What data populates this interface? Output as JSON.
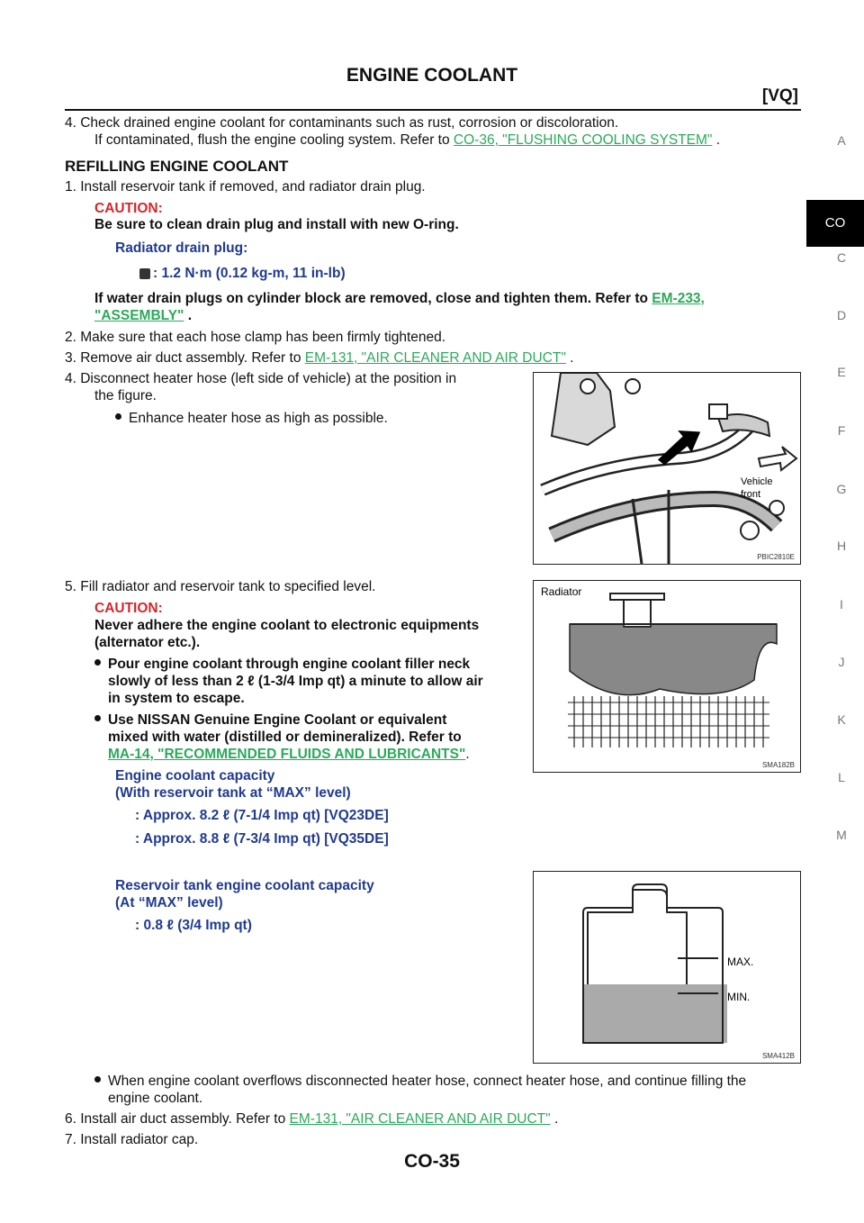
{
  "header": {
    "title": "ENGINE COOLANT",
    "section": "[VQ]"
  },
  "tabs": [
    "A",
    "CO",
    "C",
    "D",
    "E",
    "F",
    "G",
    "H",
    "I",
    "J",
    "K",
    "L",
    "M"
  ],
  "body": {
    "s4_a": "4. Check drained engine coolant for contaminants such as rust, corrosion or discoloration.",
    "s4_b": "If contaminated, flush the engine cooling system. Refer to",
    "s4_link": "CO-36, \"FLUSHING COOLING SYSTEM\"",
    "s4_end": ".",
    "heading": "REFILLING ENGINE COOLANT",
    "r1": "1. Install reservoir tank if removed, and radiator drain plug.",
    "caution1": "CAUTION:",
    "caution1_text": "Be sure to clean drain plug and install with new O-ring.",
    "plug_label": "Radiator drain plug:",
    "plug_torque": ": 1.2 N·m (0.12 kg-m, 11 in-lb)",
    "block_a": "If water drain plugs on cylinder block are removed, close and tighten them. Refer to",
    "block_link1": "EM-233,",
    "block_link2": "\"ASSEMBLY\"",
    "block_end": ".",
    "r2": "2. Make sure that each hose clamp has been firmly tightened.",
    "r3": "3. Remove air duct assembly. Refer to",
    "r3_link": "EM-131, \"AIR CLEANER AND AIR DUCT\"",
    "r3_end": ".",
    "r4_a": "4. Disconnect heater hose (left side of vehicle) at the position in",
    "r4_b": "the figure.",
    "r4_bullet": "Enhance heater hose as high as possible.",
    "r5": "5. Fill radiator and reservoir tank to specified level.",
    "caution2": "CAUTION:",
    "caution2_a": "Never adhere the engine coolant to electronic equipments",
    "caution2_b": "(alternator etc.).",
    "b1_a": "Pour engine coolant through engine coolant filler neck",
    "b1_b": "slowly of less than 2 ℓ (1-3/4 Imp qt) a minute to allow air",
    "b1_c": "in system to escape.",
    "b2_a": "Use NISSAN Genuine Engine Coolant or equivalent",
    "b2_b": "mixed with water (distilled or demineralized). Refer to",
    "b2_link": "MA-14, \"RECOMMENDED FLUIDS AND LUBRICANTS\"",
    "b2_end": ".",
    "cap_a": "Engine coolant capacity",
    "cap_b": "(With reservoir tank at “MAX” level)",
    "cap_1": ": Approx. 8.2 ℓ (7-1/4 Imp qt) [VQ23DE]",
    "cap_2": ": Approx. 8.8 ℓ (7-3/4 Imp qt) [VQ35DE]",
    "res_a": "Reservoir tank engine coolant capacity",
    "res_b": "(At “MAX” level)",
    "res_1": ": 0.8 ℓ (3/4 Imp qt)",
    "b3_a": "When engine coolant overflows disconnected heater hose, connect heater hose, and continue filling the",
    "b3_b": "engine coolant.",
    "r6": "6. Install air duct assembly. Refer to",
    "r6_link": "EM-131, \"AIR CLEANER AND AIR DUCT\"",
    "r6_end": ".",
    "r7": "7. Install radiator cap."
  },
  "figures": {
    "fig1": {
      "label_a": "Vehicle",
      "label_b": "front",
      "code": "PBIC2810E"
    },
    "fig2": {
      "label": "Radiator",
      "code": "SMA182B"
    },
    "fig3": {
      "max": "MAX.",
      "min": "MIN.",
      "code": "SMA412B"
    }
  },
  "footer": {
    "page": "CO-35"
  }
}
